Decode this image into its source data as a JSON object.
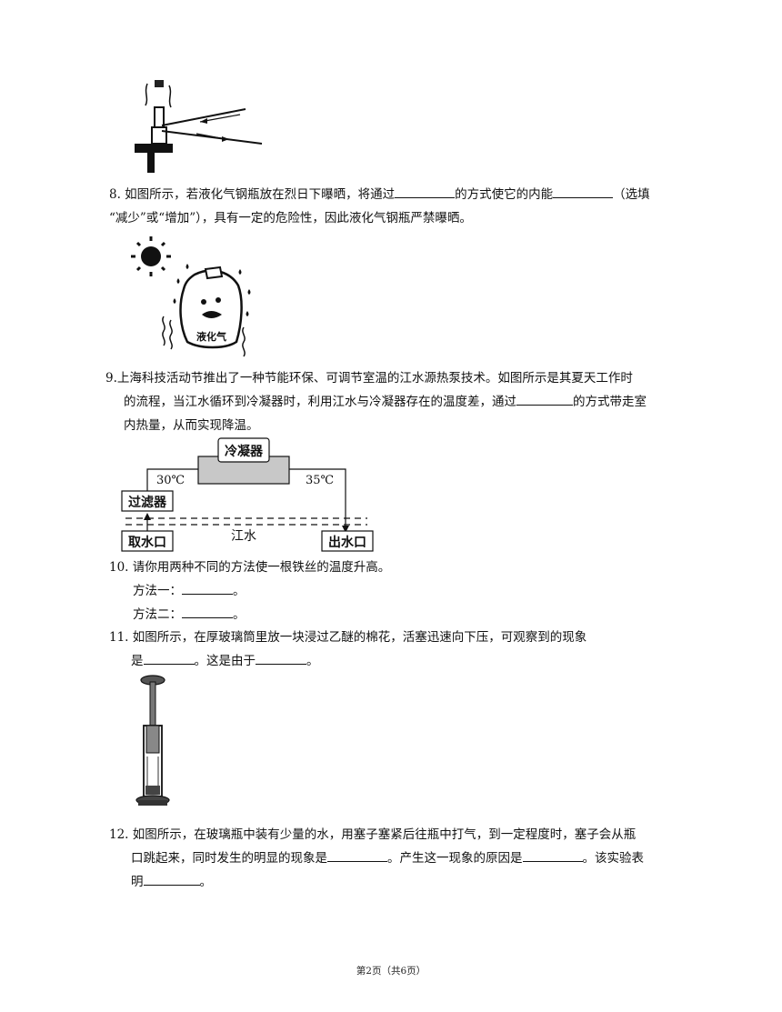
{
  "q8": {
    "p1": "8. 如图所示，若液化气钢瓶放在烈日下曝晒，将通过",
    "p2": "的方式使它的内能",
    "p3": "（选填",
    "line2": "“减少”或“增加”），具有一定的危险性，因此液化气钢瓶严禁曝晒。",
    "tank_label": "液化气"
  },
  "q9": {
    "line1": "9.上海科技活动节推出了一种节能环保、可调节室温的江水源热泵技术。如图所示是其夏天工作时",
    "line2": "的流程，当江水循环到冷凝器时，利用江水与冷凝器存在的温度差，通过",
    "line2b": "的方式带走室",
    "line3": "内热量，从而实现降温。",
    "diagram": {
      "condenser": "冷凝器",
      "filter": "过滤器",
      "intake": "取水口",
      "outlet": "出水口",
      "river": "江水",
      "temp_in": "30℃",
      "temp_out": "35℃"
    }
  },
  "q10": {
    "line1": "10. 请你用两种不同的方法使一根铁丝的温度升高。",
    "m1_label": "方法一：",
    "m2_label": "方法二："
  },
  "q11": {
    "line1": "11. 如图所示，在厚玻璃筒里放一块浸过乙醚的棉花，活塞迅速向下压，可观察到的现象",
    "line2a": "是",
    "line2b": "。这是由于"
  },
  "q12": {
    "line1": "12. 如图所示，在玻璃瓶中装有少量的水，用塞子塞紧后往瓶中打气，到一定程度时，塞子会从瓶",
    "line2a": "口跳起来，同时发生的明显的现象是",
    "line2b": "。产生这一现象的原因是",
    "line2c": "。该实验表",
    "line3a": "明"
  },
  "punct": {
    "period": "。"
  },
  "footer": "第2页（共6页）"
}
